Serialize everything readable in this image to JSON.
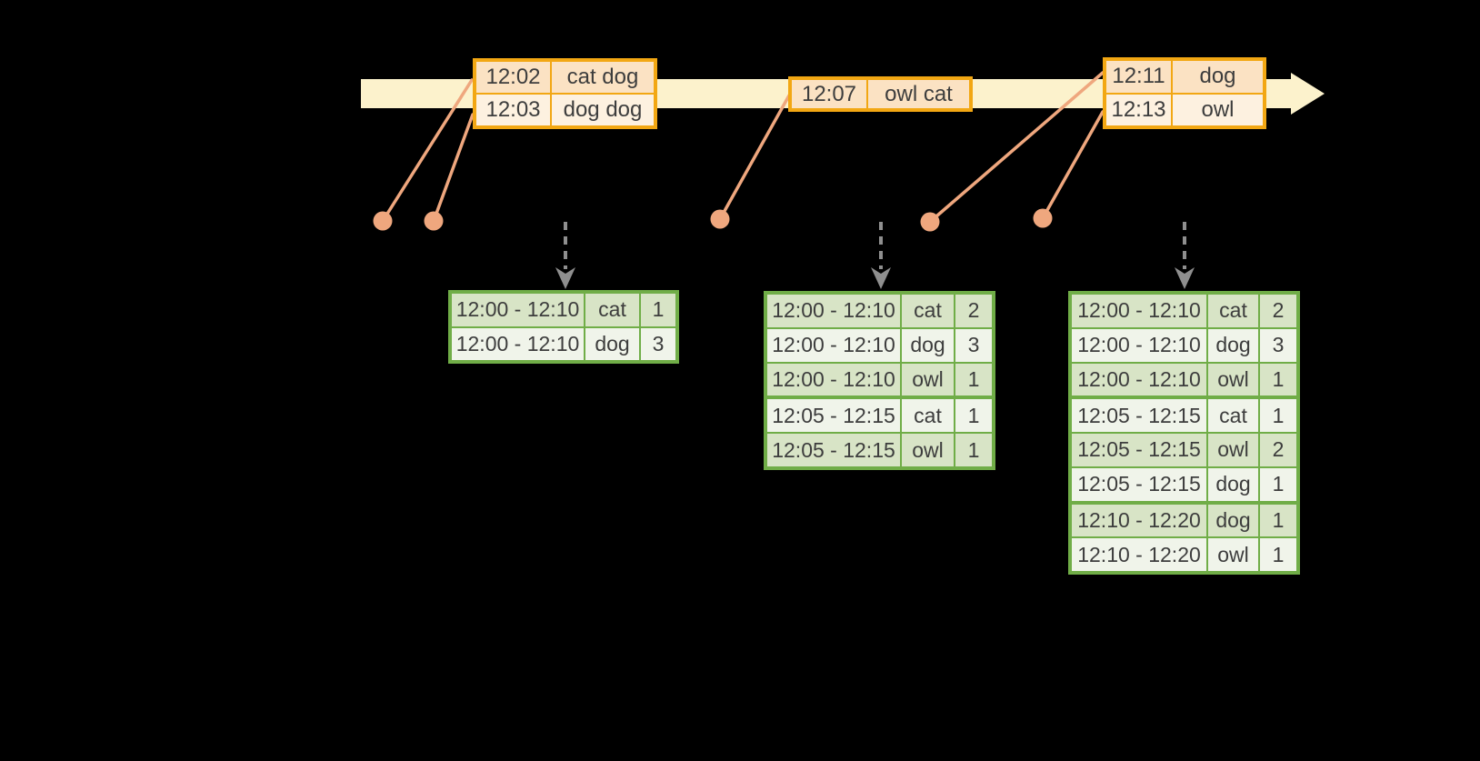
{
  "colors": {
    "background": "#000000",
    "timeline_fill": "#fcf2cc",
    "event_border": "#f2a713",
    "event_row_fill": "#fbe2c3",
    "event_row_alt_fill": "#fdf1e0",
    "connector_salmon": "#efa77e",
    "result_border": "#70ad47",
    "result_row_fill": "#d8e4c6",
    "result_row_alt_fill": "#f0f4ea",
    "trigger_arrow_gray": "#8f8f8f",
    "text": "#3d3d3d"
  },
  "event_tables": [
    {
      "rows": [
        {
          "time": "12:02",
          "words": "cat dog"
        },
        {
          "time": "12:03",
          "words": "dog dog"
        }
      ]
    },
    {
      "rows": [
        {
          "time": "12:07",
          "words": "owl cat"
        }
      ]
    },
    {
      "rows": [
        {
          "time": "12:11",
          "words": "dog"
        },
        {
          "time": "12:13",
          "words": "owl"
        }
      ]
    }
  ],
  "result_tables": [
    {
      "rows": [
        {
          "window": "12:00 - 12:10",
          "word": "cat",
          "count": "1"
        },
        {
          "window": "12:00 - 12:10",
          "word": "dog",
          "count": "3"
        }
      ]
    },
    {
      "rows": [
        {
          "window": "12:00 - 12:10",
          "word": "cat",
          "count": "2"
        },
        {
          "window": "12:00 - 12:10",
          "word": "dog",
          "count": "3"
        },
        {
          "window": "12:00 - 12:10",
          "word": "owl",
          "count": "1"
        },
        {
          "window": "12:05 - 12:15",
          "word": "cat",
          "count": "1"
        },
        {
          "window": "12:05 - 12:15",
          "word": "owl",
          "count": "1"
        }
      ]
    },
    {
      "rows": [
        {
          "window": "12:00 - 12:10",
          "word": "cat",
          "count": "2"
        },
        {
          "window": "12:00 - 12:10",
          "word": "dog",
          "count": "3"
        },
        {
          "window": "12:00 - 12:10",
          "word": "owl",
          "count": "1"
        },
        {
          "window": "12:05 - 12:15",
          "word": "cat",
          "count": "1"
        },
        {
          "window": "12:05 - 12:15",
          "word": "owl",
          "count": "2"
        },
        {
          "window": "12:05 - 12:15",
          "word": "dog",
          "count": "1"
        },
        {
          "window": "12:10 - 12:20",
          "word": "dog",
          "count": "1"
        },
        {
          "window": "12:10 - 12:20",
          "word": "owl",
          "count": "1"
        }
      ]
    }
  ]
}
